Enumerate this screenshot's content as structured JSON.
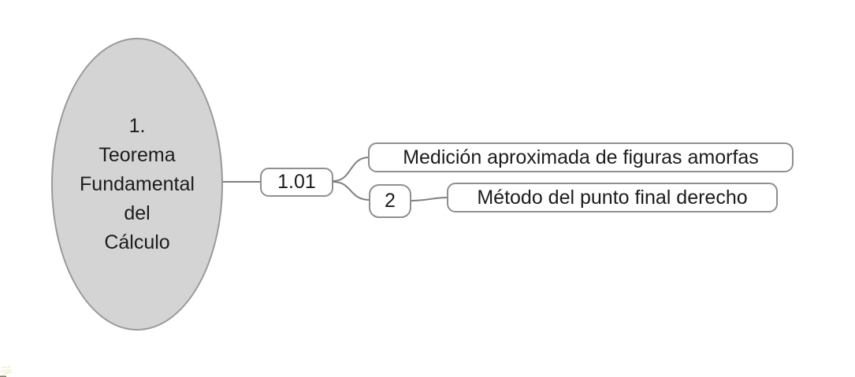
{
  "diagram": {
    "type": "mindmap",
    "root": {
      "label": "1. Teorema Fundamental del Cálculo",
      "lines": [
        "1.",
        "Teorema",
        "Fundamental",
        "del",
        "Cálculo"
      ]
    },
    "nodes": {
      "topic": {
        "label": "1.01"
      },
      "subtopic1": {
        "label": "Medición aproximada de figuras amorfas"
      },
      "marker": {
        "label": "2"
      },
      "subtopic2": {
        "label": "Método del punto final derecho"
      }
    },
    "edges": [
      {
        "from": "root",
        "to": "topic"
      },
      {
        "from": "topic",
        "to": "subtopic1"
      },
      {
        "from": "topic",
        "to": "marker"
      },
      {
        "from": "marker",
        "to": "subtopic2"
      }
    ],
    "colors": {
      "background": "#ffffff",
      "root_fill": "#d4d4d4",
      "root_border": "#999999",
      "node_fill": "#ffffff",
      "node_border": "#8f8f8f",
      "connector": "#7f7f7f",
      "text": "#1c1c1c",
      "corner_artifact": "#e8e0a8"
    }
  }
}
